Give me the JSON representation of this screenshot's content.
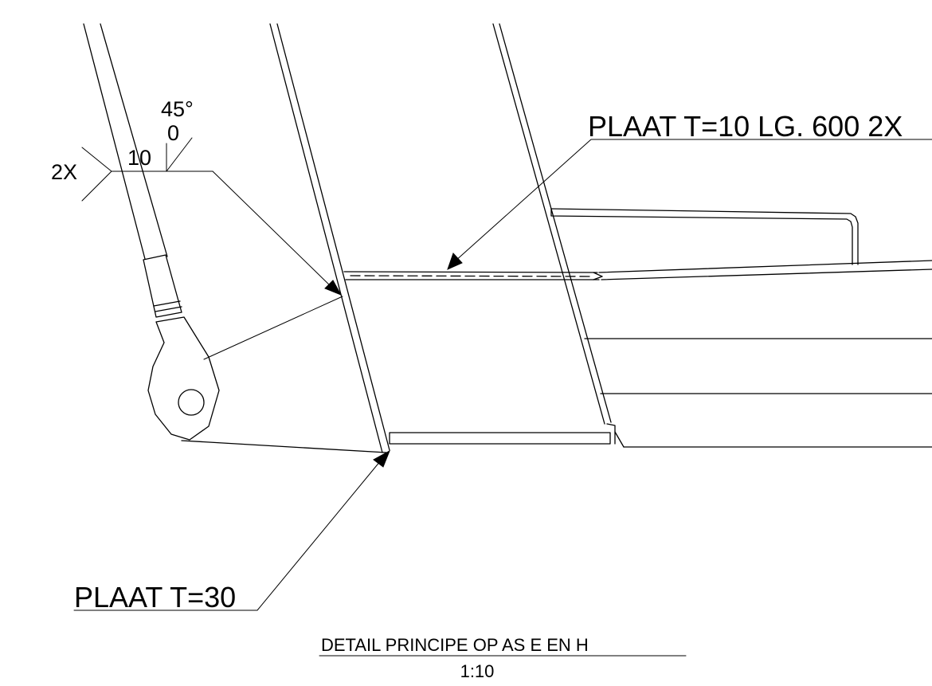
{
  "labels": {
    "top_plate_callout": "PLAAT T=10 LG. 600 2X",
    "bottom_plate_callout": "PLAAT T=30",
    "weld_count": "2X",
    "weld_size": "10",
    "weld_angle": "45°",
    "weld_gap": "0"
  },
  "title": {
    "main": "DETAIL PRINCIPE OP AS E EN H",
    "scale": "1:10"
  }
}
